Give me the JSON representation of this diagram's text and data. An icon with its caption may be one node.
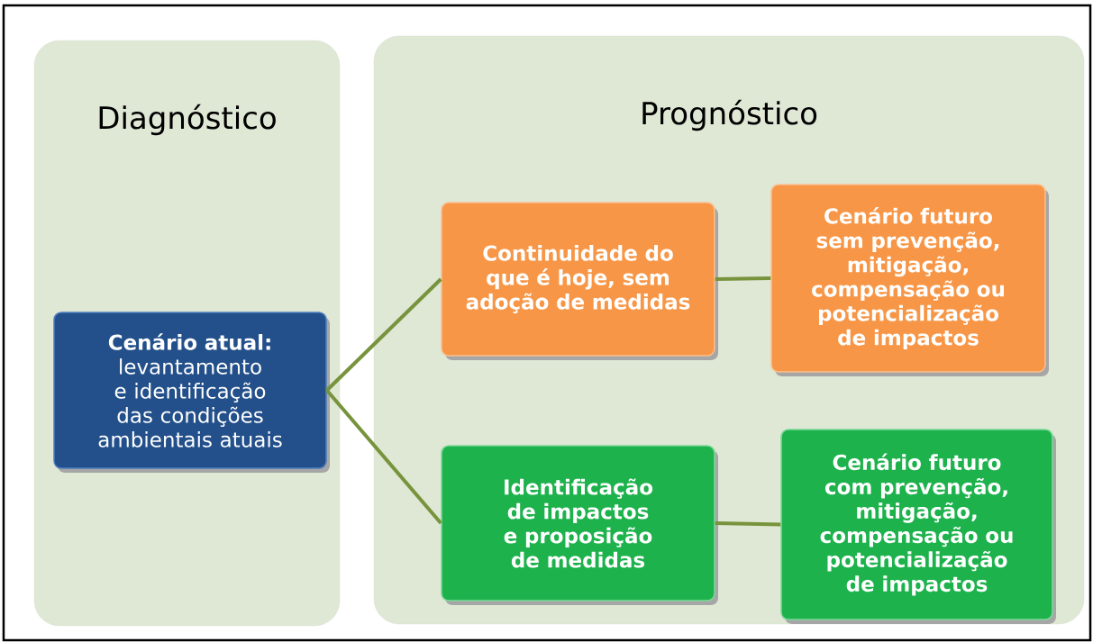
{
  "diagram": {
    "nodes": [
      {
        "text": [
          "Diagnóstico"
        ]
      },
      {
        "text": [
          "Prognóstico"
        ]
      },
      {
        "text": [
          "Cenário atual:",
          "levantamento e identificação das condições ambientais atuais"
        ],
        "in": 0
      },
      {
        "text": [
          "Continuidade do que é hoje, sem adoção de medidas"
        ],
        "in": 1
      },
      {
        "text": [
          "Cenário futuro sem prevenção, mitigação, compensação ou potencialização de impactos"
        ],
        "in": 1
      },
      {
        "text": [
          "Identificação de impactos e proposição de medidas"
        ],
        "in": 1
      },
      {
        "text": [
          "Cenário futuro com prevenção, mitigação, compensação ou potencialização de impactos"
        ],
        "in": 1
      }
    ],
    "edges": [
      {
        "from": 2,
        "to": 3,
        "arrow": "none"
      },
      {
        "from": 2,
        "to": 5,
        "arrow": "none"
      },
      {
        "from": 3,
        "to": 4,
        "arrow": "none"
      },
      {
        "from": 5,
        "to": 6,
        "arrow": "none"
      }
    ]
  }
}
